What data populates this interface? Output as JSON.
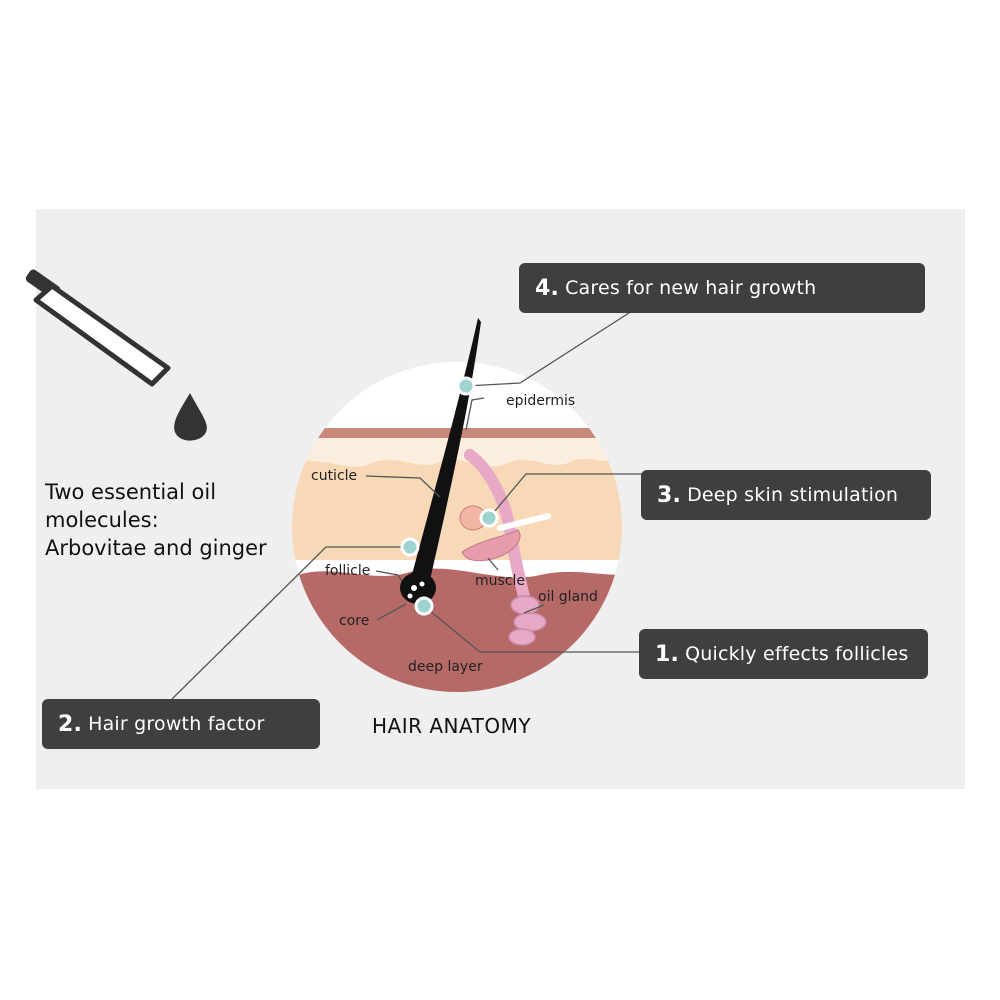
{
  "intro": {
    "line1": "Two essential oil",
    "line2": "molecules:",
    "line3": "Arbovitae and ginger"
  },
  "callouts": [
    {
      "number": "4.",
      "text": "Cares for new hair growth"
    },
    {
      "number": "3.",
      "text": "Deep skin stimulation"
    },
    {
      "number": "1.",
      "text": "Quickly effects follicles"
    },
    {
      "number": "2.",
      "text": "Hair growth factor"
    }
  ],
  "labels": {
    "epidermis": "epidermis",
    "cuticle": "cuticle",
    "follicle": "follicle",
    "core": "core",
    "muscle": "muscle",
    "oil_gland": "oil gland",
    "deep_layer": "deep layer"
  },
  "anatomy_title": "HAIR ANATOMY",
  "colors": {
    "panel": "#efefef",
    "callout_bg": "#3f3f3f",
    "skin_light": "#f7d9b8",
    "skin_deep": "#b56a68",
    "hair": "#111111",
    "gland": "#e8a9c6",
    "marker": "#9fd3cf"
  }
}
